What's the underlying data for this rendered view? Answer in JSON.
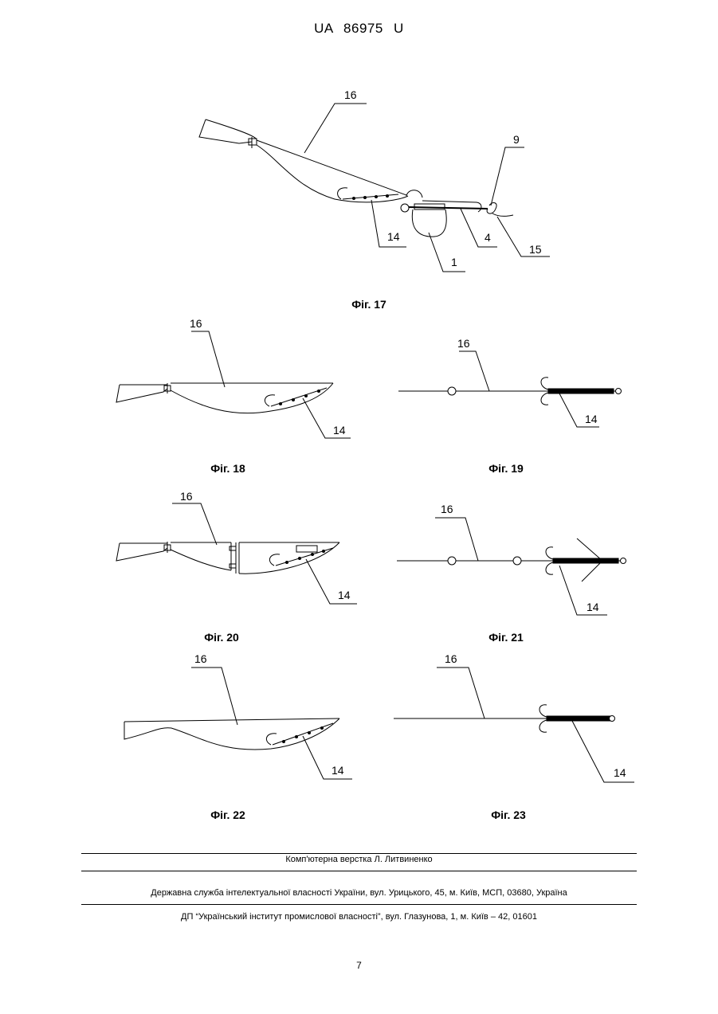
{
  "header": {
    "doc_id": "UA   86975   U"
  },
  "figures": {
    "fig17": {
      "caption": "Фіг. 17",
      "labels": {
        "l16": "16",
        "l9": "9",
        "l14": "14",
        "l4": "4",
        "l15": "15",
        "l1": "1"
      }
    },
    "fig18": {
      "caption": "Фіг. 18",
      "labels": {
        "l16": "16",
        "l14": "14"
      }
    },
    "fig19": {
      "caption": "Фіг. 19",
      "labels": {
        "l16": "16",
        "l14": "14"
      }
    },
    "fig20": {
      "caption": "Фіг. 20",
      "labels": {
        "l16": "16",
        "l14": "14"
      }
    },
    "fig21": {
      "caption": "Фіг. 21",
      "labels": {
        "l16": "16",
        "l14": "14"
      }
    },
    "fig22": {
      "caption": "Фіг. 22",
      "labels": {
        "l16": "16",
        "l14": "14"
      }
    },
    "fig23": {
      "caption": "Фіг. 23",
      "labels": {
        "l16": "16",
        "l14": "14"
      }
    }
  },
  "footer": {
    "layout_credit": "Комп'ютерна верстка Л. Литвиненко",
    "agency": "Державна служба інтелектуальної власності України, вул. Урицького, 45, м. Київ, МСП, 03680, Україна",
    "institute": "ДП “Український інститут промислової власності”, вул. Глазунова, 1, м. Київ – 42, 01601"
  },
  "page_number": "7"
}
